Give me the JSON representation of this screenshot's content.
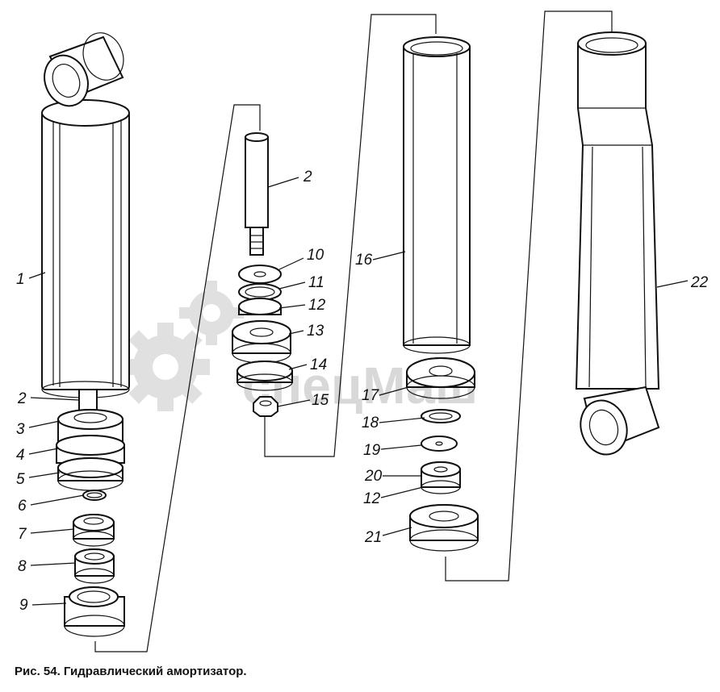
{
  "caption": "Рис. 54. Гидравлический амортизатор.",
  "watermark": {
    "text": "спецМаш",
    "color": "#c8c8c8"
  },
  "callouts": [
    "1",
    "2",
    "3",
    "4",
    "5",
    "6",
    "7",
    "8",
    "9",
    "2",
    "10",
    "11",
    "12",
    "13",
    "14",
    "15",
    "16",
    "17",
    "18",
    "19",
    "20",
    "12",
    "21",
    "22"
  ]
}
